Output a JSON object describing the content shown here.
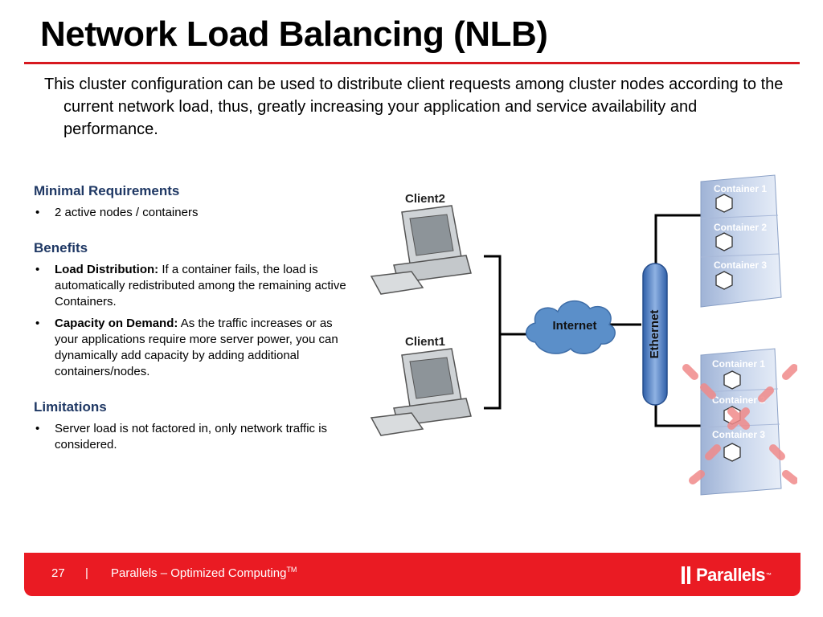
{
  "slide": {
    "title": "Network Load Balancing (NLB)",
    "intro": "This cluster configuration can be used to distribute client requests among cluster nodes according to the current network load, thus, greatly increasing your application and service availability and performance."
  },
  "left": {
    "requirements": {
      "heading": "Minimal Requirements",
      "items": [
        "2 active nodes / containers"
      ]
    },
    "benefits": {
      "heading": "Benefits",
      "items": [
        {
          "lead": "Load Distribution:",
          "text": " If a container fails, the load is automatically redistributed among the remaining active Containers."
        },
        {
          "lead": "Capacity on Demand:",
          "text": " As the traffic increases or as your applications require more server power, you can dynamically add capacity by adding additional containers/nodes."
        }
      ]
    },
    "limitations": {
      "heading": "Limitations",
      "items": [
        "Server load is not factored in, only network traffic is considered."
      ]
    }
  },
  "diagram": {
    "client_top": "Client2",
    "client_bottom": "Client1",
    "cloud": "Internet",
    "bus": "Ethernet",
    "server_top": [
      "Container 1",
      "Container 2",
      "Container 3"
    ],
    "server_bottom": [
      "Container 1",
      "Container 2",
      "Container 3"
    ]
  },
  "footer": {
    "page": "27",
    "separator": "|",
    "text": "Parallels – Optimized Computing",
    "tm": "TM",
    "logo": "Parallels",
    "logo_tm": "™"
  },
  "colors": {
    "accent": "#ea1b23",
    "heading": "#1f3864",
    "cloud": "#5b8fc9",
    "bus": "#3d6fb5"
  }
}
